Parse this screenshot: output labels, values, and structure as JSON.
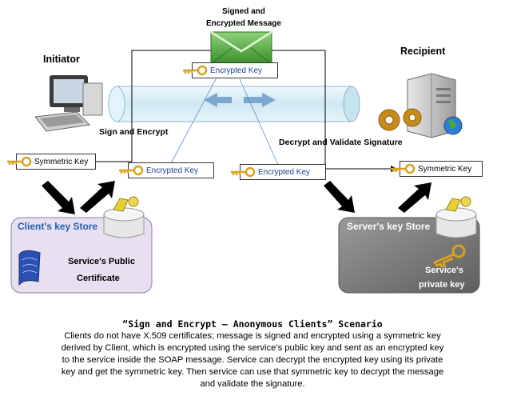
{
  "diagram": {
    "title_message": [
      "Signed and",
      "Encrypted Message"
    ],
    "initiator_label": "Initiator",
    "recipient_label": "Recipient",
    "sign_encrypt_label": "Sign and Encrypt",
    "decrypt_validate_label": "Decrypt and Validate Signature",
    "keys": {
      "message_key": "Encrypted Key",
      "client_symmetric": "Symmetric Key",
      "client_encrypted": "Encrypted Key",
      "server_encrypted": "Encrypted Key",
      "server_symmetric": "Symmetric Key"
    },
    "client_store": {
      "title": "Client's key Store",
      "item_line1": "Service's Public",
      "item_line2": "Certificate"
    },
    "server_store": {
      "title": "Server's key Store",
      "item_line1": "Service's",
      "item_line2": "private key"
    },
    "colors": {
      "client_store_fill": "#e8e0f0",
      "server_store_fill": "#7f7f7f",
      "pipe_fill": "#d8eef7",
      "envelope_green": "#3f9a2f",
      "key_gold": "#d9a21e",
      "label_blue": "#1f3f8f"
    },
    "icons": [
      "computer-icon",
      "envelope-icon",
      "server-icon",
      "gears-icon",
      "globe-icon",
      "key-icon",
      "database-icon",
      "certificate-icon"
    ]
  },
  "caption": {
    "title": "“Sign and Encrypt – Anonymous Clients” Scenario",
    "lines": [
      "Clients do not have X.509 certificates; message is signed and encrypted using a symmetric key",
      "derived by Client, which is encrypted using the service’s public key and sent as an encrypted key",
      "to the service inside the SOAP message. Service can decrypt the encrypted key using its private",
      "key and get the symmetric key. Then service can use that symmetric key to decrypt the message",
      "and validate the signature."
    ]
  }
}
